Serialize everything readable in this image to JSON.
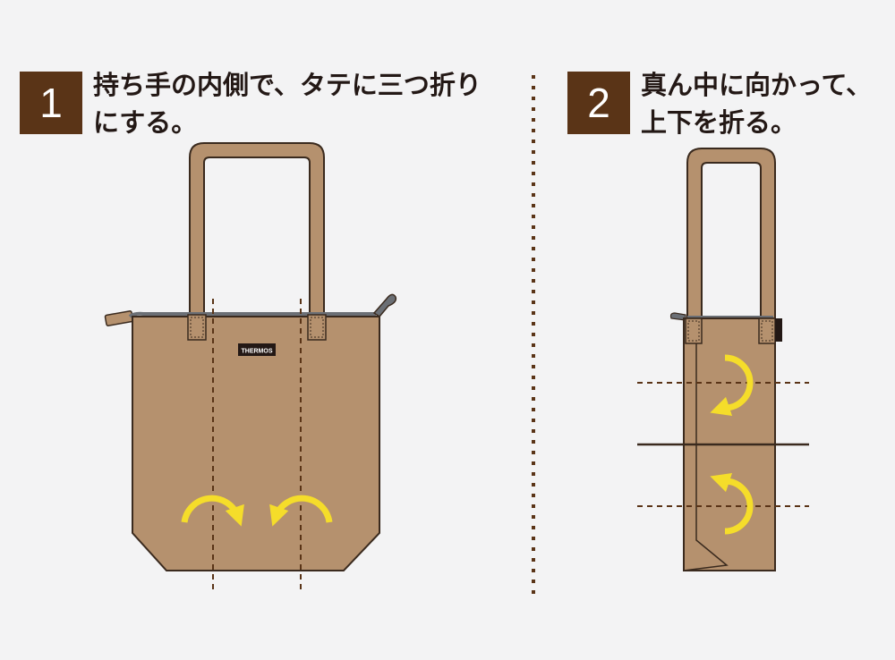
{
  "steps": [
    {
      "number": "1",
      "line1": "持ち手の内側で、タテに三つ折り",
      "line2": "にする。"
    },
    {
      "number": "2",
      "line1": "真ん中に向かって、",
      "line2": "上下を折る。"
    }
  ],
  "bag": {
    "logo_text": "THERMOS"
  },
  "colors": {
    "badge": "#5a3417",
    "bag_body": "#b5916e",
    "bag_outline": "#3a2a1e",
    "fold_line": "#5a3417",
    "arrow": "#f5dd2a",
    "zipper": "#6b6f75"
  }
}
